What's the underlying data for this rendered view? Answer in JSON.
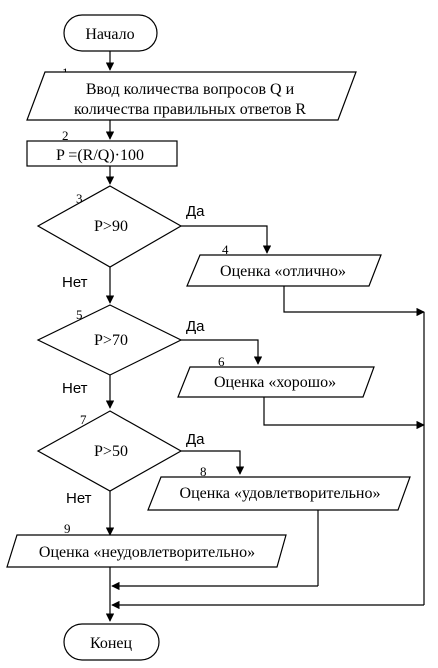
{
  "nodes": {
    "start": {
      "label": "Начало"
    },
    "input": {
      "number": "1",
      "line1": "Ввод  количества вопросов Q и",
      "line2": "количества правильных ответов R"
    },
    "calc": {
      "number": "2",
      "label": "P =(R/Q)·100"
    },
    "cond1": {
      "number": "3",
      "label": "P>90"
    },
    "out1": {
      "number": "4",
      "label": "Оценка «отлично»"
    },
    "cond2": {
      "number": "5",
      "label": "P>70"
    },
    "out2": {
      "number": "6",
      "label": "Оценка «хорошо»"
    },
    "cond3": {
      "number": "7",
      "label": "P>50"
    },
    "out3": {
      "number": "8",
      "label": "Оценка «удовлетворительно»"
    },
    "out4": {
      "number": "9",
      "label": "Оценка «неудовлетворительно»"
    },
    "end": {
      "label": "Конец"
    }
  },
  "branch": {
    "yes": "Да",
    "no": "Нет"
  }
}
